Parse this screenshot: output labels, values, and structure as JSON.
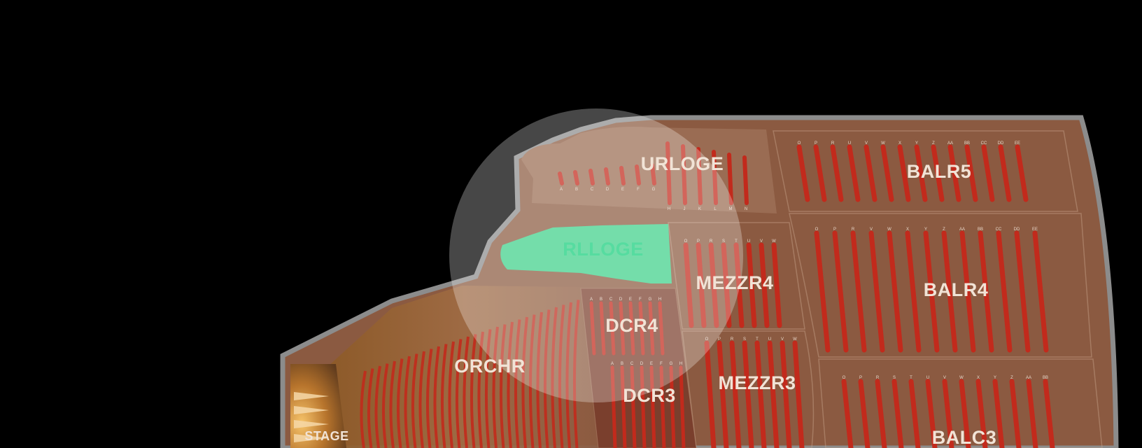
{
  "venue_map": {
    "sections": [
      {
        "id": "urloge",
        "label": "URLOGE"
      },
      {
        "id": "rlloge",
        "label": "RLLOGE",
        "selected": true
      },
      {
        "id": "mezzr4",
        "label": "MEZZR4"
      },
      {
        "id": "mezzr3",
        "label": "MEZZR3"
      },
      {
        "id": "dcr4",
        "label": "DCR4"
      },
      {
        "id": "dcr3",
        "label": "DCR3"
      },
      {
        "id": "orchr",
        "label": "ORCHR"
      },
      {
        "id": "balr5",
        "label": "BALR5"
      },
      {
        "id": "balr4",
        "label": "BALR4"
      },
      {
        "id": "balc3",
        "label": "BALC3"
      },
      {
        "id": "stage",
        "label": "STAGE"
      }
    ],
    "row_letters": {
      "urloge": [
        "A",
        "B",
        "C",
        "D",
        "E",
        "F",
        "G",
        "H",
        "J",
        "K",
        "L",
        "M",
        "N"
      ],
      "balr5": [
        "O",
        "P",
        "R",
        "U",
        "V",
        "W",
        "X",
        "Y",
        "Z",
        "AA",
        "BB",
        "CC",
        "DD",
        "EE"
      ],
      "balr4": [
        "O",
        "P",
        "R",
        "V",
        "W",
        "X",
        "Y",
        "Z",
        "AA",
        "BB",
        "CC",
        "DD",
        "EE"
      ],
      "mezzr4": [
        "O",
        "P",
        "R",
        "S",
        "T",
        "U",
        "V",
        "W"
      ],
      "mezzr3": [
        "O",
        "P",
        "R",
        "S",
        "T",
        "U",
        "V",
        "W"
      ],
      "balc3": [
        "O",
        "P",
        "R",
        "S",
        "T",
        "U",
        "V",
        "W",
        "X",
        "Y",
        "Z",
        "AA",
        "BB"
      ],
      "dcr4": [
        "A",
        "B",
        "C",
        "D",
        "E",
        "F",
        "G",
        "H"
      ],
      "dcr3": [
        "A",
        "B",
        "C",
        "D",
        "E",
        "F",
        "G",
        "H"
      ]
    },
    "colors": {
      "background": "#000000",
      "outline": "#8c8c8c",
      "floor": "#8b5a41",
      "row": "#c22a1c",
      "selected": "#3fd08a",
      "highlight": "rgba(255,255,255,0.28)"
    }
  }
}
